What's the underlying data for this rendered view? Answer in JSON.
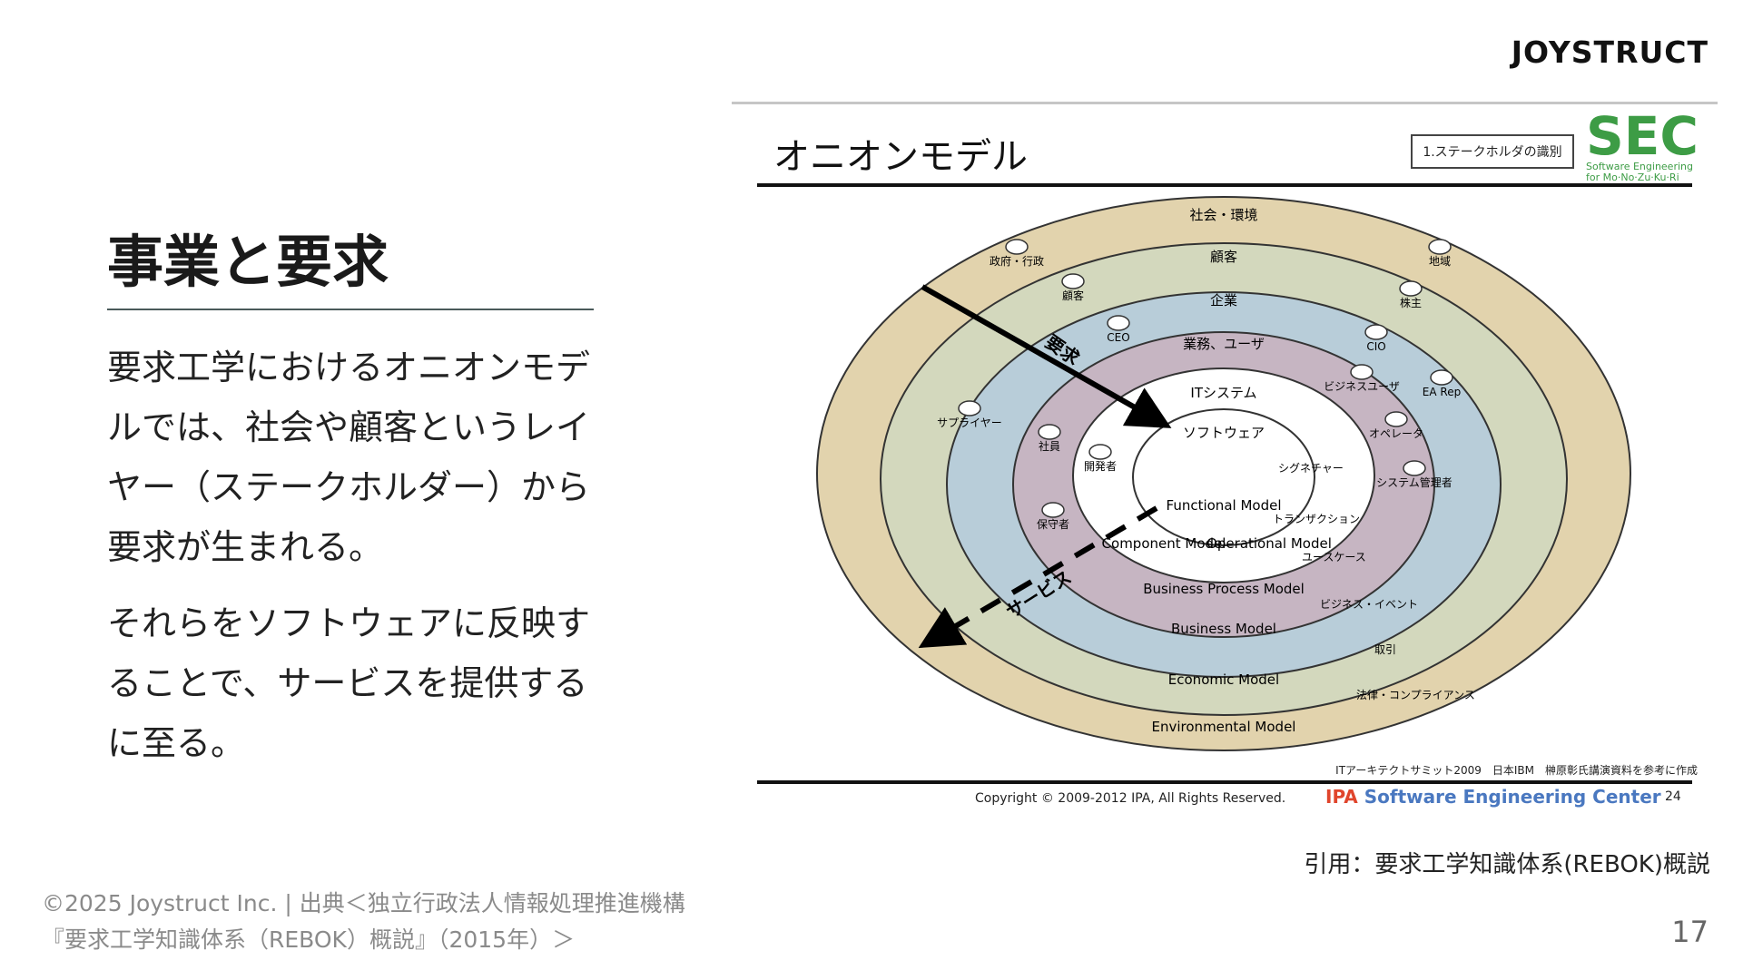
{
  "header": {
    "logo": "JOYSTRUCT"
  },
  "main": {
    "title": "事業と要求",
    "paragraphs": [
      "要求工学におけるオニオンモデルでは、社会や顧客というレイヤー（ステークホルダー）から要求が生まれる。",
      "それらをソフトウェアに反映することで、サービスを提供するに至る。"
    ]
  },
  "figure": {
    "slide_title": "オニオンモデル",
    "tag": "1.ステークホルダの識別",
    "sec_logo": "SEC",
    "sec_subtitle": "Software Engineering for Mo·No·Zu·Ku·Ri",
    "layers": [
      "社会・環境",
      "顧客",
      "企業",
      "業務、ユーザ",
      "ITシステム",
      "ソフトウェア"
    ],
    "models": [
      "Functional Model",
      "Component Model",
      "Operational Model",
      "Business Process Model",
      "Business Model",
      "Economic Model",
      "Environmental Model"
    ],
    "stakeholders": [
      "政府・行政",
      "顧客",
      "CEO",
      "サプライヤー",
      "社員",
      "開発者",
      "保守者",
      "地域",
      "株主",
      "CIO",
      "ビジネスユーザ",
      "EA Rep",
      "オペレータ",
      "システム管理者"
    ],
    "concepts": [
      "シグネチャー",
      "トランザクション",
      "ユースケース",
      "ビジネス・イベント",
      "取引",
      "法律・コンプライアンス"
    ],
    "arrows": {
      "demand": "要求",
      "service": "サービス"
    },
    "summit_note": "ITアーキテクトサミット2009　日本IBM　榊原彰氏講演資料を参考に作成",
    "copyright": "Copyright © 2009-2012 IPA, All Rights Reserved.",
    "ipa_mark": "IPA",
    "ipa_label": "Software Engineering Center",
    "slide_number": "24",
    "citation": "引用：要求工学知識体系(REBOK)概説"
  },
  "footer": {
    "line1": "©2025 Joystruct Inc. | 出典＜独立行政法人情報処理推進機構",
    "line2": "『要求工学知識体系（REBOK）概説』（2015年）＞",
    "page_number": "17"
  },
  "colors": {
    "ring_outer": "#e2d3ad",
    "ring_2": "#d3d8bd",
    "ring_3": "#b8cdd9",
    "ring_4": "#c6b5c2",
    "accent_sec": "#3d9c45",
    "accent_ipa": "#e0452c"
  }
}
